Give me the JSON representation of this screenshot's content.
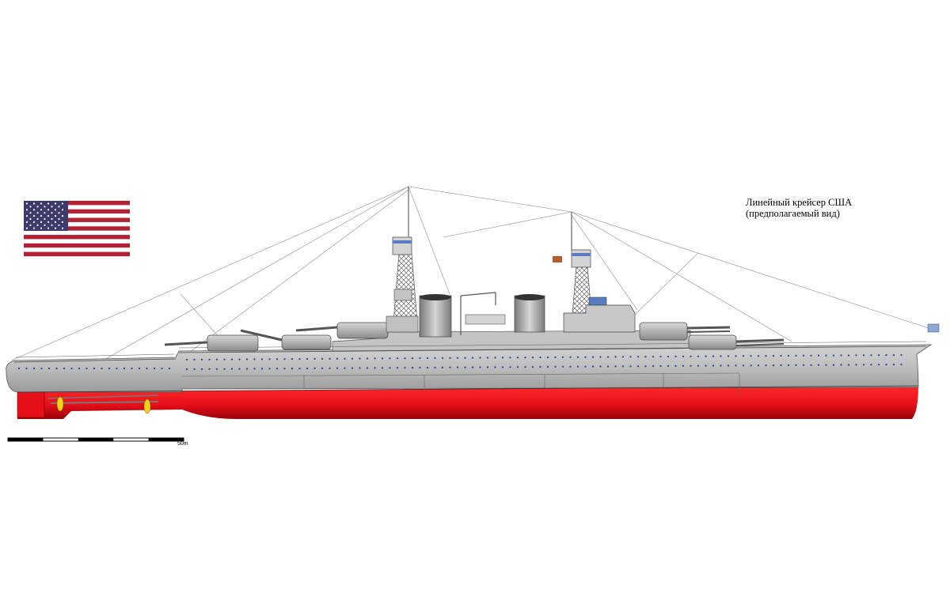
{
  "caption": {
    "line1": "Линейный крейсер США",
    "line2": "(предполагаемый вид)"
  },
  "scale_bar": {
    "label": "50m",
    "segments": 5
  },
  "flag": {
    "name": "us-flag",
    "stripes": 13
  },
  "colors": {
    "hull_gray": "#b4b4b4",
    "hull_red": "#e8101a",
    "deck_gray": "#c8c8c8",
    "porthole_blue": "#2a3a9a",
    "rigging": "#a0a0a0",
    "flag_red": "#b22234",
    "flag_blue": "#3c3b6e",
    "propeller_yellow": "#f2d21a"
  }
}
